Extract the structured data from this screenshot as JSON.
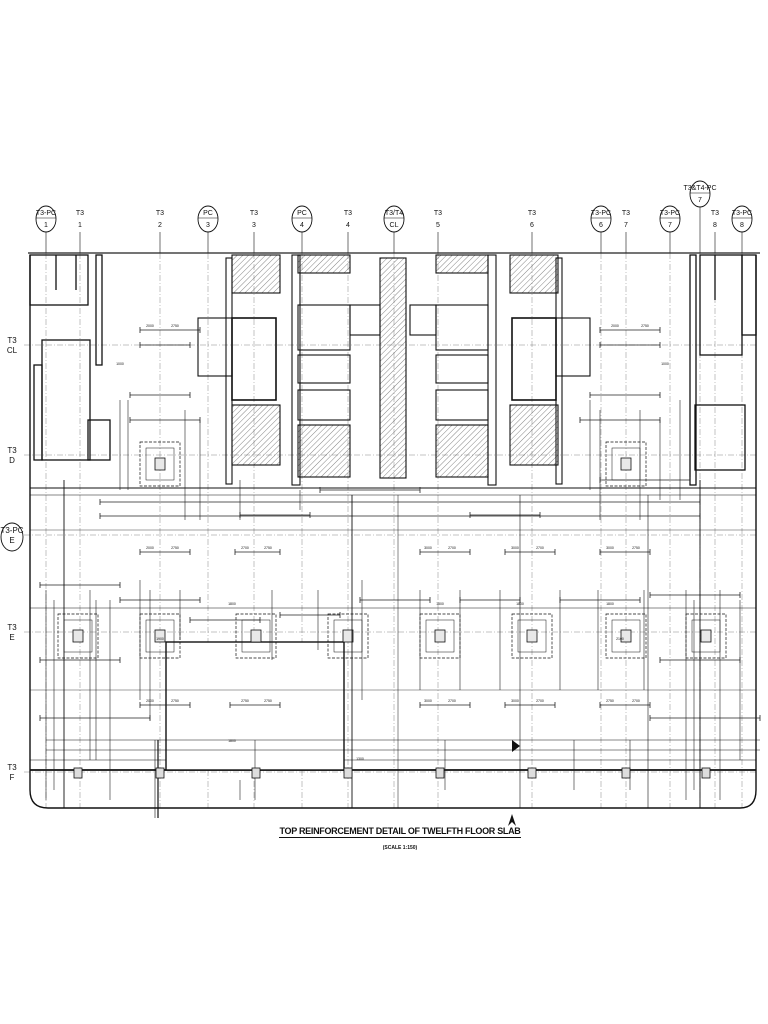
{
  "drawing": {
    "title": "TOP REINFORCEMENT DETAIL OF TWELFTH FLOOR SLAB",
    "scale": "(SCALE 1:150)",
    "grid_columns": [
      {
        "top": "T3-PC",
        "bottom": "1"
      },
      {
        "top": "T3",
        "bottom": "1"
      },
      {
        "top": "T3",
        "bottom": "2"
      },
      {
        "top": "PC",
        "bottom": "3"
      },
      {
        "top": "T3",
        "bottom": "3"
      },
      {
        "top": "PC",
        "bottom": "4"
      },
      {
        "top": "T3",
        "bottom": "4"
      },
      {
        "top": "T3/T4",
        "bottom": "CL"
      },
      {
        "top": "T3",
        "bottom": "5"
      },
      {
        "top": "T3",
        "bottom": "6"
      },
      {
        "top": "T3-PC",
        "bottom": "6"
      },
      {
        "top": "T3",
        "bottom": "7"
      },
      {
        "top": "T3-PC",
        "bottom": "7"
      },
      {
        "top": "T3&T4-PC",
        "bottom": "7"
      },
      {
        "top": "T3",
        "bottom": "8"
      },
      {
        "top": "T3-PC",
        "bottom": "8"
      }
    ],
    "grid_rows": [
      {
        "top": "T3",
        "bottom": "CL"
      },
      {
        "top": "T3",
        "bottom": "D"
      },
      {
        "top": "T3-PC",
        "bottom": "E"
      },
      {
        "top": "T3",
        "bottom": "E"
      },
      {
        "top": "T3",
        "bottom": "F"
      }
    ],
    "dimension_labels": [
      "2000",
      "2750",
      "2700",
      "3000",
      "1000",
      "1800",
      "1900",
      "2100",
      "1300"
    ]
  }
}
